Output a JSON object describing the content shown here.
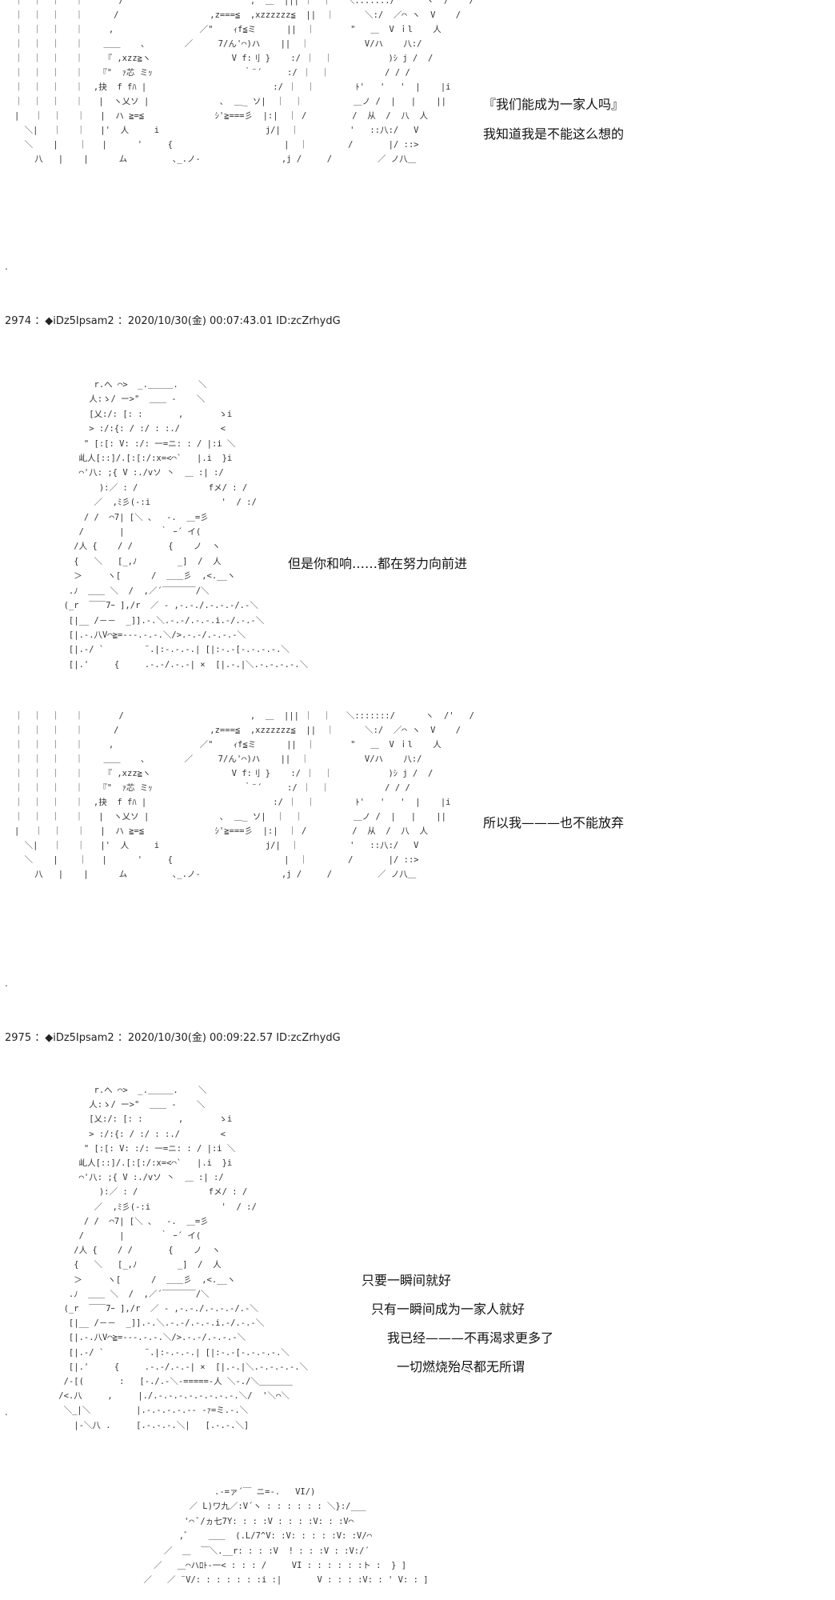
{
  "posts": [
    {
      "id": 2974,
      "header": "2974 ：◆iDz5Ipsam2 ：2020/10/30(金) 00:07:43.01 ID:zcZrhydG"
    },
    {
      "id": 2975,
      "header": "2975 ：◆iDz5Ipsam2 ：2020/10/30(金) 00:09:22.57 ID:zcZrhydG"
    }
  ],
  "dialogue": {
    "line1": "『我们能成为一家人吗』",
    "line2": "我知道我是不能这么想的",
    "line3": "但是你和响……都在努力向前进",
    "line4": "所以我———也不能放弃",
    "line5": "只要一瞬间就好",
    "line6": "只有一瞬间成为一家人就好",
    "line7": "我已经———不再渴求更多了",
    "line8": "一切燃烧殆尽都无所谓"
  },
  "art": {
    "a1": "｜  ｜  ｜   ｜       /                         ,  ＿  ||| ｜  ｜   ＼:::::::/      ヽ  /'   /\n｜  ｜  ｜   ｜      /                  ,z===≦  ,xzzzzzz≦  ||  ｜      ＼:/  ／⌒ ヽ  V    /\n｜  ｜  ｜   ｜     ,                 ／\"    ｨf≦ミ      ||  ｜       \"   ＿  V ｉl    人\n｜  ｜  ｜   ｜    ＿＿    、       ／     7/ん'⌒)ハ    ||  ｜           V/ハ    八:/\n｜  ｜  ｜   ｜    『 ,xzz≧ヽ                V f:刂 }    :/ ｜  ｜           )ｼ j /  /\n｜  ｜  ｜   ｜   『\"  ｧ芯 ミｯ                  ｀¨´     :/ ｜  ｜           / / /\n｜  ｜  ｜   ｜  ,抉  f fﾊ |                         :/ ｜  ｜        ﾄ'   '   '  |    |i\n｜  ｜  ｜   ｜   |  ヽ乂ソ |              ､  ＿_ ソ|  ｜  ｜          ＿ノ /  |   |    ||\n|   ｜  ｜   ｜   |  ハ ≧=≦              ｼ'≧===彡  |:|  ｜ /         /  从  /  八  人\n  ＼|   ｜   ｜   |'  人     i                     j/|  ｜          '   ::八:/   V\n  ＼    |    ｜   |      '     {                      |  ｜        /       |/ ::>\n    八   |    |      ム         ､_.ノ-                ,j /     /         ／ ノ八＿",
    "a2": "           r.へ ⌒>  _.＿＿＿.    ＼\n          人:ゝ/ ー>\"  ＿＿ -    ＼\n          [乂:/: [: :       ,       ゝi\n          > :/:{: / :/ : :./        <\n         \" [:[: V: :/: 一=ニ: : / |:i ＼\n        乢人[::]/.[:[:/:x=<⌒`   |.i  }i\n        ⌒'八: ;{ V :./vソ 丶  ＿ :| :/\n            ):／ : /              fメ/ : /\n           ／  ,ﾐ彡(-:i              '  / :/\n         / /  ⌒7| [＼ 、  -.  ＿=彡\n        /       |       ｀ ｰ´ イ(\n       /人 {    / /       {    ノ  ヽ\n       {   ＼   [_,ﾉ        _]  /  人\n       ＞     ヽ[      /  ＿＿彡  ,<.__ヽ\n      .ﾉ  ＿＿ ＼  /  ,／´￣￣￣￣/＼\n     (_r  ￣￣7ｰ ],/r  ／ - ,-.-./.-.-.-/.-＼\n      [|__ /－－  _]].-.＼.-.-/.-.-.i.-/.-.-＼\n      [|.-.八V⌒≧=-‐-.-.-.＼/>.-.-/.-.-.-＼\n      [|.-/ `        ¨.|:-.-.-.| [|:-.-[-.-.-.-.＼\n      [|.'     {     .-.-/.-.-| ×  [|.-.|＼.-.-.-.-.＼",
    "a3": "           r.へ ⌒>  _.＿＿＿.    ＼\n          人:ゝ/ ー>\"  ＿＿ -    ＼\n          [乂:/: [: :       ,       ゝi\n          > :/:{: / :/ : :./        <\n         \" [:[: V: :/: 一=ニ: : / |:i ＼\n        乢人[::]/.[:[:/:x=<⌒`   |.i  }i\n        ⌒'八: ;{ V :./vソ 丶  ＿ :| :/\n            ):／ : /              fメ/ : /\n           ／  ,ﾐ彡(-:i              '  / :/\n         / /  ⌒7| [＼ 、  -.  ＿=彡\n        /       |       ｀ ｰ´ イ(\n       /人 {    / /       {    ノ  ヽ\n       {   ＼   [_,ﾉ        _]  /  人\n       ＞     ヽ[      /  ＿＿彡  ,<.__ヽ\n      .ﾉ  ＿＿ ＼  /  ,／´￣￣￣￣/＼\n     (_r  ￣￣7ｰ ],/r  ／ - ,-.-./.-.-.-/.-＼\n      [|__ /－－  _]].-.＼.-.-/.-.-.i.-/.-.-＼\n      [|.-.八V⌒≧=-‐-.-.-.＼/>.-.-/.-.-.-＼\n      [|.-/ `        ¨.|:-.-.-.| [|:-.-[-.-.-.-.＼\n      [|.'     {     .-.-/.-.-| ×  [|.-.|＼.-.-.-.-.＼\n     /-[(       :   [-./.-＼-=====-人 ＼-./＼＿＿＿＿\n    /<.八     ,     |./.-.-.-.-.-.-.-.-.＼/  '＼⌒＼\n     ＼_|＼         |.-.-.-.-.-‐ -ｧ=ミ.-.＼\n       |-＼八 .     [.-.-.-.＼|   [.-.-.＼]",
    "a4": "                         .-=ァ´￣ ニ=-.   VI/)\n                    ／ L)ワ九／:V´ヽ : : : : : : ＼}:/___\n                   '⌒ ﾞ/ヵ七7Y: : : :V : : : :V: : :V⌒\n                  ,ﾞ    ＿＿  (.L/7^V: :V: : : : :V: :V/⌒\n               ／  ＿  ￣＼.__r: : : :V  ! : : :V : :V:/´\n             ／   ＿⌒ハﾛﾄ‐一< : : : /     VI : : : : : :ト :  } ]\n           ／   ／ ¨V/: : : : : : :i :|       V : : : :V: : ' V: : ]"
  }
}
